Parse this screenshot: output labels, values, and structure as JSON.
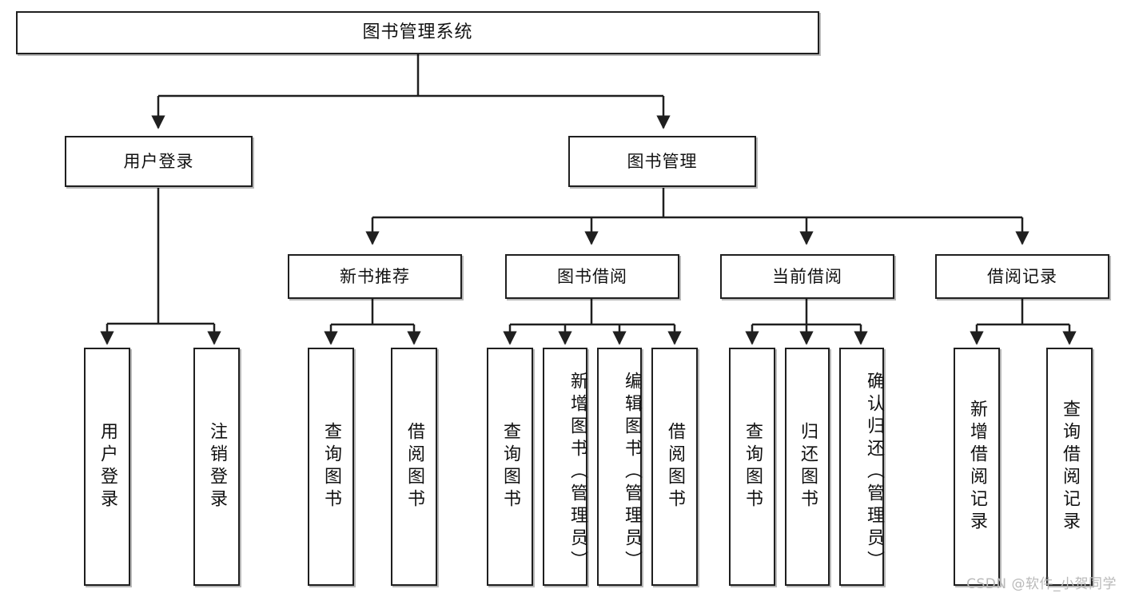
{
  "diagram": {
    "type": "hierarchy-tree",
    "title": "图书管理系统",
    "watermark": "CSDN @软件_小贺同学",
    "colors": {
      "box_border": "#1f1f1f",
      "box_fill": "#ffffff",
      "connector": "#1f1f1f",
      "watermark": "#b9b9b9"
    },
    "root": {
      "label": "图书管理系统"
    },
    "level2": [
      {
        "label": "用户登录"
      },
      {
        "label": "图书管理"
      }
    ],
    "level3": [
      {
        "label": "新书推荐"
      },
      {
        "label": "图书借阅"
      },
      {
        "label": "当前借阅"
      },
      {
        "label": "借阅记录"
      }
    ],
    "leaves": {
      "user_login": [
        {
          "label": "用户登录"
        },
        {
          "label": "注销登录"
        }
      ],
      "new_book_recommend": [
        {
          "label": "查询图书"
        },
        {
          "label": "借阅图书"
        }
      ],
      "book_borrow": [
        {
          "label": "查询图书"
        },
        {
          "label": "新增图书（管理员）"
        },
        {
          "label": "编辑图书（管理员）"
        },
        {
          "label": "借阅图书"
        }
      ],
      "current_borrow": [
        {
          "label": "查询图书"
        },
        {
          "label": "归还图书"
        },
        {
          "label": "确认归还（管理员）"
        }
      ],
      "borrow_record": [
        {
          "label": "新增借阅记录"
        },
        {
          "label": "查询借阅记录"
        }
      ]
    }
  }
}
